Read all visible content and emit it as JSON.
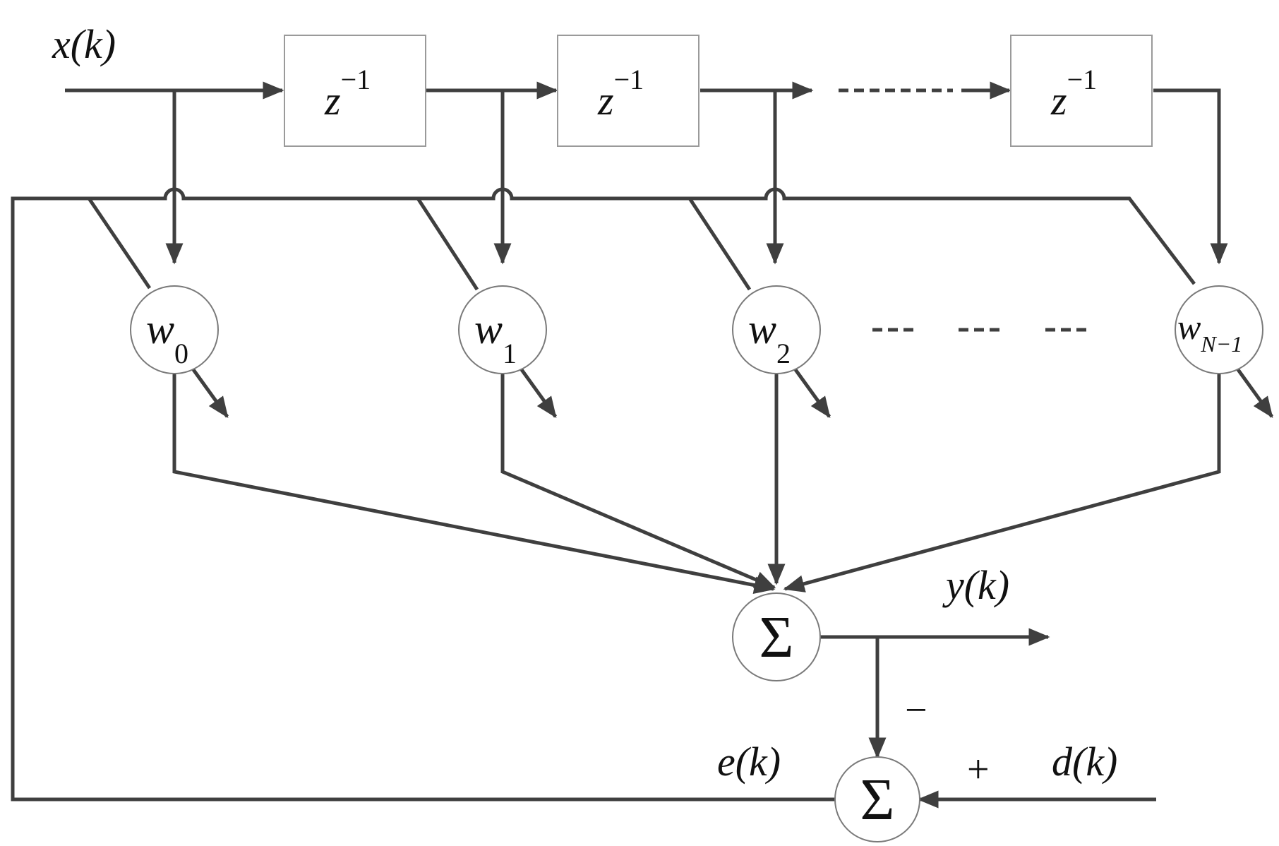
{
  "signals": {
    "input": "x(k)",
    "output": "y(k)",
    "error": "e(k)",
    "desired": "d(k)"
  },
  "delay": {
    "base": "z",
    "exponent": "−1"
  },
  "weights": [
    {
      "base": "w",
      "sub": "0"
    },
    {
      "base": "w",
      "sub": "1"
    },
    {
      "base": "w",
      "sub": "2"
    },
    {
      "base": "w",
      "sub": "N−1"
    }
  ],
  "summer_symbol": "Σ",
  "signs": {
    "minus": "−",
    "plus": "+"
  },
  "colors": {
    "wire": "#3f3f3f",
    "box_border": "#9a9a9a"
  }
}
